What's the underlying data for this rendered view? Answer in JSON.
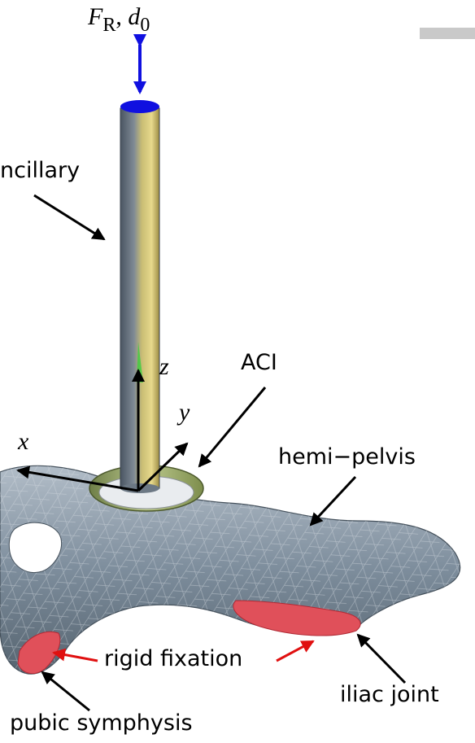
{
  "labels": {
    "force_symbol": "F",
    "force_subscript": "R",
    "displacement_symbol": "d",
    "displacement_subscript": "0",
    "separator": ",",
    "cancellous": "ncillary",
    "z_axis": "z",
    "y_axis": "y",
    "x_axis": "x",
    "aci": "ACI",
    "hemi_pelvis": "hemi−pelvis",
    "rigid_fixation": "rigid fixation",
    "iliac_joint": "iliac joint",
    "pubic_symphysis": "pubic symphysis"
  },
  "colors": {
    "load_arrow": "#1010e0",
    "fixation_arrow": "#e01010",
    "fixation_patch": "#e0505a",
    "pelvis": "#7e8f9e",
    "stem_light": "#d8c87a",
    "stem_dark": "#4f5a66",
    "cup": "#9aa96a"
  }
}
